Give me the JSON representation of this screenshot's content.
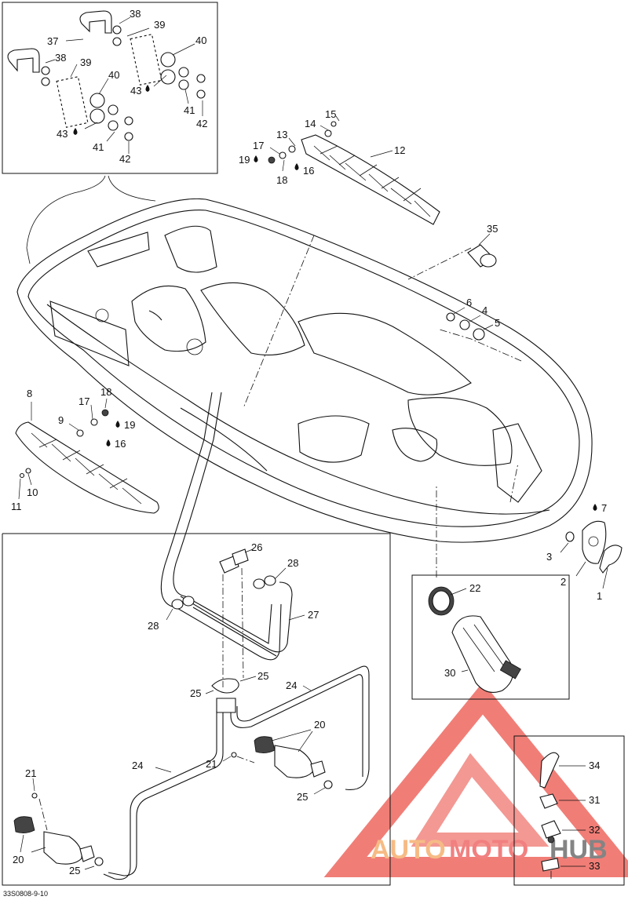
{
  "figure_code": "33S0808-9-10",
  "watermark": {
    "text_a": "AUTO",
    "text_b": "MOTO",
    "text_c": "HUB",
    "color_a": "#f5b070",
    "color_b": "#ef6b6b",
    "color_c": "#6f6f6f",
    "logo_color": "#e8352b"
  },
  "labels": {
    "p1": "1",
    "p2": "2",
    "p3": "3",
    "p4": "4",
    "p5": "5",
    "p6": "6",
    "p7": "7",
    "p8": "8",
    "p9": "9",
    "p10": "10",
    "p11": "11",
    "p12": "12",
    "p13": "13",
    "p14": "14",
    "p15": "15",
    "p16": "16",
    "p17": "17",
    "p18": "18",
    "p19": "19",
    "p20": "20",
    "p21": "21",
    "p22": "22",
    "p24": "24",
    "p25": "25",
    "p26": "26",
    "p27": "27",
    "p28": "28",
    "p30": "30",
    "p31": "31",
    "p32": "32",
    "p33": "33",
    "p34": "34",
    "p35": "35",
    "p37": "37",
    "p38": "38",
    "p39": "39",
    "p40": "40",
    "p41": "41",
    "p42": "42",
    "p43": "43"
  }
}
